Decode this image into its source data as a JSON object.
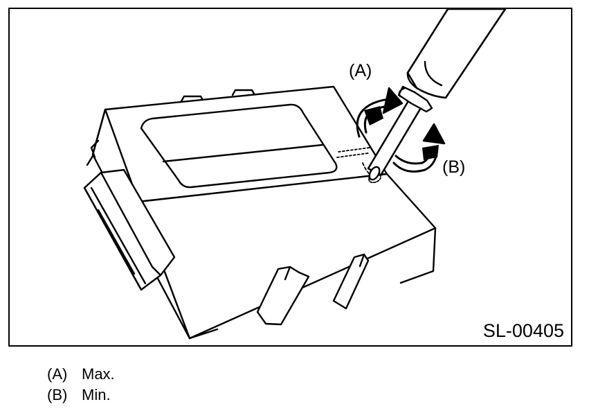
{
  "figure": {
    "label_a": "(A)",
    "label_b": "(B)",
    "figure_id": "SL-00405"
  },
  "legend": [
    {
      "key": "(A)",
      "text": "Max."
    },
    {
      "key": "(B)",
      "text": "Min."
    }
  ]
}
